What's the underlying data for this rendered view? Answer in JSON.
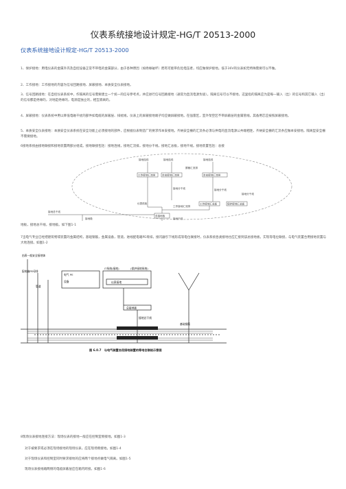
{
  "document": {
    "title": "仪表系统接地设计规定-HG/T 20513-2000",
    "subtitle": "仪表系统接地设计规定-HG/T 20513-2000",
    "paragraphs": [
      "1、保护接地：用电仪表的金属外壳及自控设备正常不带电的金属部分，由于各种原因（如绝缘破坏）而有可能带危险电压者，均应做保护接地。低于36V的仪表如无特殊需要可以不做。",
      "2、工作接地：工作接地的内容为信号回路接地、屏蔽接地、本质安全仪表接地。",
      "3、信号回路接地：在自控仪表系统中，作隔离的信号需要建立一个统一的信号参考点，并应进行信号回路接地（通常为直流电源负极）。隔离信号可以不接地，这里指的隔离应为是每一输入（出）的信号和其它输入（出）的信号都是绝缘的，对地是绝缘的，电源是独立的，相互隔离的。",
      "4、屏蔽接地：仪表系统中用以降低电磁干扰的部件如电缆的屏蔽层、排扰线，仪表上的屏蔽接地端子均应做屏蔽接地。在强雷区，室外架空区不带屏蔽层的金属管线，其备用芯应按照屏蔽接地。",
      "5、本质安全仪表接地：本质安全仪表系统在安全功能上必须接地的部件，应根据仪表制造厂的要求作本安接地。齐纳安全栅的汇流条必须与供电的直流电源公共端相连，齐纳安全栅的汇流条应做本安接地。隔离型安全栅不需要接地。",
      "6接地系统由接地联接和接地装置两部分组成。接地联接包括：接地连线，接地汇流排，接地分干线，接地汇总板，接地干线。接地装置包括：总接"
    ],
    "after_figure1": "地板，接地总干线，接地极。如下图1-1",
    "paragraph7": "7当电气专业已经把建筑物或装置的金属结构，基础钢筋，金属设备，管道，进线配电箱PE母排，接闪器引下线形成等电位联接时，仪表系统各类接地也应汇接到该总接地板，实现等电位联接，与电气装置合用接地装置与大地连接。如图1-2",
    "list": [
      "8现场仪表接地连接方法：现场仪表的接地一般应在控制室侧接地。如图1-3",
      "对于被要求或必须在现场接地的现场仪表，应在现场侧接地。如图1-4",
      "对于现场仪表和控制室同时要求接地的应将两个接地点做电气隔离。如图1-5",
      "现场仪表接线箱两侧的电缆屏蔽层应在箱内跨接。如图1-6"
    ]
  },
  "figure1": {
    "labels": {
      "wire1": "接地连线",
      "wire2": "接地连线",
      "wire3": "接地连线",
      "shield_bar": "屏蔽汇流排",
      "work_bar": "工作接地汇流排",
      "is_bar1": "本安接地汇流排",
      "is_bar2": "本安接地汇流排",
      "work_bar2": "工作接地汇流排",
      "work_plate": "工作接地汇总板",
      "branch1": "接地分干线",
      "branch2": "接地分干线",
      "branch3": "接地分干线",
      "protect_plate": "保护接地汇总板",
      "main_plate": "总接地板",
      "main_trunk": "接地干线",
      "ground_trunk": "接地总干线",
      "cabinet": "仪表机柜",
      "electrode": "接地极"
    }
  },
  "figure2": {
    "caption": "图 6.0.7　与电气装置合用接地装置的等电位联结示意图",
    "labels": {
      "legend": "由表一般安全接地体",
      "pe": "配电箱PE母排",
      "eq": "设备",
      "pipe": "管道",
      "power": "电气 PE",
      "meter": "仪表接地",
      "it": "IT系统(接地)",
      "lp": "(保护接地系统)",
      "main": "总接地板",
      "trunk": "接地总干线",
      "rebar": "基础钢筋"
    }
  }
}
